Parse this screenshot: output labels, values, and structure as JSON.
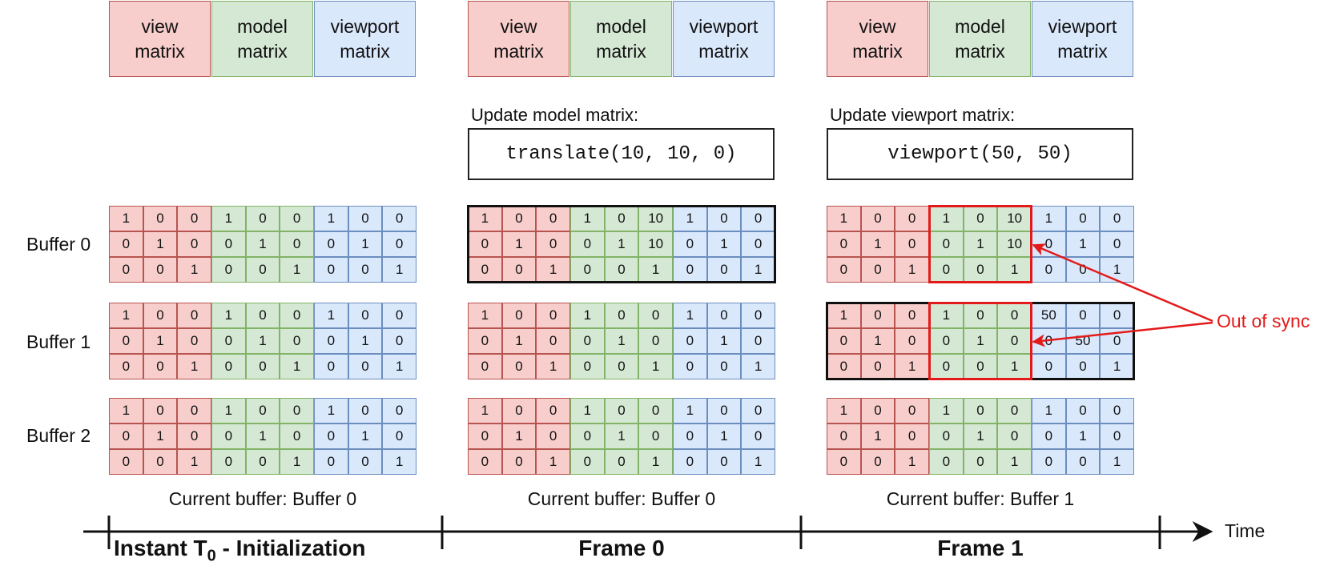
{
  "headers": [
    "view\nmatrix",
    "model\nmatrix",
    "viewport\nmatrix"
  ],
  "updates": [
    {
      "label": "Update model matrix:",
      "code": "translate(10, 10, 0)"
    },
    {
      "label": "Update viewport matrix:",
      "code": "viewport(50, 50)"
    }
  ],
  "buffer_labels": [
    "Buffer 0",
    "Buffer 1",
    "Buffer 2"
  ],
  "columns": [
    {
      "current_buffer": "Current  buffer: Buffer 0",
      "buffers": [
        [
          [
            "1",
            "0",
            "0",
            "1",
            "0",
            "0",
            "1",
            "0",
            "0"
          ],
          [
            "0",
            "1",
            "0",
            "0",
            "1",
            "0",
            "0",
            "1",
            "0"
          ],
          [
            "0",
            "0",
            "1",
            "0",
            "0",
            "1",
            "0",
            "0",
            "1"
          ]
        ],
        [
          [
            "1",
            "0",
            "0",
            "1",
            "0",
            "0",
            "1",
            "0",
            "0"
          ],
          [
            "0",
            "1",
            "0",
            "0",
            "1",
            "0",
            "0",
            "1",
            "0"
          ],
          [
            "0",
            "0",
            "1",
            "0",
            "0",
            "1",
            "0",
            "0",
            "1"
          ]
        ],
        [
          [
            "1",
            "0",
            "0",
            "1",
            "0",
            "0",
            "1",
            "0",
            "0"
          ],
          [
            "0",
            "1",
            "0",
            "0",
            "1",
            "0",
            "0",
            "1",
            "0"
          ],
          [
            "0",
            "0",
            "1",
            "0",
            "0",
            "1",
            "0",
            "0",
            "1"
          ]
        ]
      ]
    },
    {
      "current_buffer": "Current  buffer: Buffer 0",
      "buffers": [
        [
          [
            "1",
            "0",
            "0",
            "1",
            "0",
            "10",
            "1",
            "0",
            "0"
          ],
          [
            "0",
            "1",
            "0",
            "0",
            "1",
            "10",
            "0",
            "1",
            "0"
          ],
          [
            "0",
            "0",
            "1",
            "0",
            "0",
            "1",
            "0",
            "0",
            "1"
          ]
        ],
        [
          [
            "1",
            "0",
            "0",
            "1",
            "0",
            "0",
            "1",
            "0",
            "0"
          ],
          [
            "0",
            "1",
            "0",
            "0",
            "1",
            "0",
            "0",
            "1",
            "0"
          ],
          [
            "0",
            "0",
            "1",
            "0",
            "0",
            "1",
            "0",
            "0",
            "1"
          ]
        ],
        [
          [
            "1",
            "0",
            "0",
            "1",
            "0",
            "0",
            "1",
            "0",
            "0"
          ],
          [
            "0",
            "1",
            "0",
            "0",
            "1",
            "0",
            "0",
            "1",
            "0"
          ],
          [
            "0",
            "0",
            "1",
            "0",
            "0",
            "1",
            "0",
            "0",
            "1"
          ]
        ]
      ]
    },
    {
      "current_buffer": "Current  buffer: Buffer 1",
      "buffers": [
        [
          [
            "1",
            "0",
            "0",
            "1",
            "0",
            "10",
            "1",
            "0",
            "0"
          ],
          [
            "0",
            "1",
            "0",
            "0",
            "1",
            "10",
            "0",
            "1",
            "0"
          ],
          [
            "0",
            "0",
            "1",
            "0",
            "0",
            "1",
            "0",
            "0",
            "1"
          ]
        ],
        [
          [
            "1",
            "0",
            "0",
            "1",
            "0",
            "0",
            "50",
            "0",
            "0"
          ],
          [
            "0",
            "1",
            "0",
            "0",
            "1",
            "0",
            "0",
            "50",
            "0"
          ],
          [
            "0",
            "0",
            "1",
            "0",
            "0",
            "1",
            "0",
            "0",
            "1"
          ]
        ],
        [
          [
            "1",
            "0",
            "0",
            "1",
            "0",
            "0",
            "1",
            "0",
            "0"
          ],
          [
            "0",
            "1",
            "0",
            "0",
            "1",
            "0",
            "0",
            "1",
            "0"
          ],
          [
            "0",
            "0",
            "1",
            "0",
            "0",
            "1",
            "0",
            "0",
            "1"
          ]
        ]
      ]
    }
  ],
  "timeline": {
    "frames": [
      {
        "main": "Instant T",
        "sub": "0",
        "rest": " - Initialization"
      },
      {
        "main": "Frame 0",
        "sub": "",
        "rest": ""
      },
      {
        "main": "Frame 1",
        "sub": "",
        "rest": ""
      }
    ],
    "axis_label": "Time"
  },
  "annotation": "Out of sync",
  "colors": {
    "view_fill": "#f8cecc",
    "model_fill": "#d5e8d4",
    "viewport_fill": "#dae8fc",
    "highlight_red": "#e31a1a"
  }
}
